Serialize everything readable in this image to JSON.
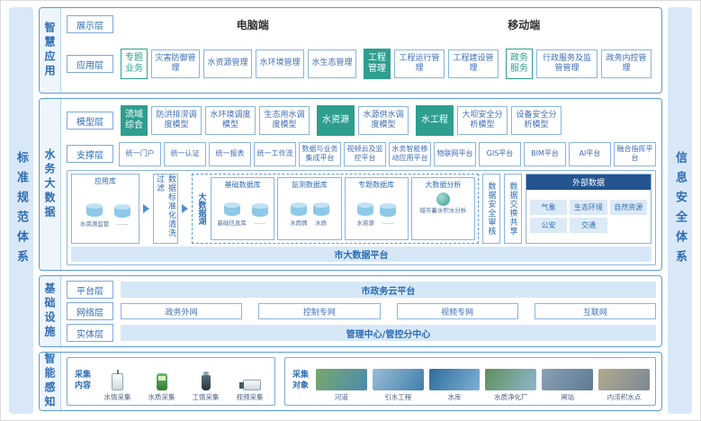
{
  "colors": {
    "accent_blue": "#2e6db4",
    "border_blue": "#5b9bd5",
    "teal": "#2e9e8f",
    "navy": "#24538f",
    "light_blue": "#d6e8f7"
  },
  "sidebar_left": "标准规范体系",
  "sidebar_right": "信息安全体系",
  "smart_app": {
    "label": "智慧应用",
    "display_layer_label": "展示层",
    "pc_label": "电脑端",
    "mobile_label": "移动端",
    "app_layer_label": "应用层",
    "groups": [
      {
        "header": "专题业务",
        "items": [
          "灾害防御管理",
          "水资源管理",
          "水环境管理",
          "水生态管理"
        ]
      },
      {
        "header": "工程管理",
        "items": [
          "工程运行管理",
          "工程建设管理"
        ]
      },
      {
        "header": "政务服务",
        "items": [
          "行政服务及监管管理",
          "政务内控管理"
        ]
      }
    ]
  },
  "big_data": {
    "label": "水务大数据",
    "model_layer_label": "模型层",
    "model_groups": [
      {
        "header": "流域综合",
        "items": [
          "防洪排涝调度模型",
          "水环境调度模型",
          "生态用水调度模型"
        ]
      },
      {
        "header": "水资源",
        "items": [
          "水源供水调度模型"
        ]
      },
      {
        "header": "水工程",
        "items": [
          "大坝安全分析模型",
          "设备安全分析模型"
        ]
      }
    ],
    "support_layer_label": "支撑层",
    "support_items": [
      "统一门户",
      "统一认证",
      "统一报表",
      "统一工作流",
      "数据与业务集成平台",
      "视频云及监控平台",
      "水务智能移动应用平台",
      "物联网平台",
      "GIS平台",
      "BIM平台",
      "AI平台",
      "融合指挥平台"
    ],
    "app_db": {
      "title": "应用库",
      "cyl_labels": [
        "水资源监管",
        "……"
      ]
    },
    "cleanse_label": "数据标准化清洗过滤",
    "lake": {
      "label": "大数据湖",
      "databases": [
        {
          "title": "基础数据库",
          "cyl_labels": [
            "基础信息库",
            "……"
          ]
        },
        {
          "title": "监测数据库",
          "cyl_labels": [
            "水雨情",
            "水质"
          ]
        },
        {
          "title": "专题数据库",
          "cyl_labels": [
            "水资源",
            "……"
          ]
        }
      ],
      "analysis": {
        "title": "大数据分析",
        "caption": "城市蓄水积水分析"
      }
    },
    "audit_label": "数据安全审核",
    "exchange_label": "数据交换共享",
    "external": {
      "title": "外部数据",
      "items": [
        "气象",
        "生态环境",
        "自然资源",
        "公安",
        "交通"
      ]
    },
    "platform_bar": "市大数据平台"
  },
  "infra": {
    "label": "基础设施",
    "platform_layer_label": "平台层",
    "platform_bar": "市政务云平台",
    "network_layer_label": "网络层",
    "network_items": [
      "政务外网",
      "控制专网",
      "视频专网",
      "互联网"
    ],
    "entity_layer_label": "实体层",
    "entity_bar": "管理中心/管控分中心"
  },
  "sense": {
    "label": "智能感知",
    "content_label": "采集内容",
    "content_items": [
      "水情采集",
      "水质采集",
      "工情采集",
      "视频采集"
    ],
    "objects_label": "采集对象",
    "object_items": [
      "河道",
      "引水工程",
      "水库",
      "水质净化厂",
      "闸站",
      "内涝积水点"
    ]
  }
}
